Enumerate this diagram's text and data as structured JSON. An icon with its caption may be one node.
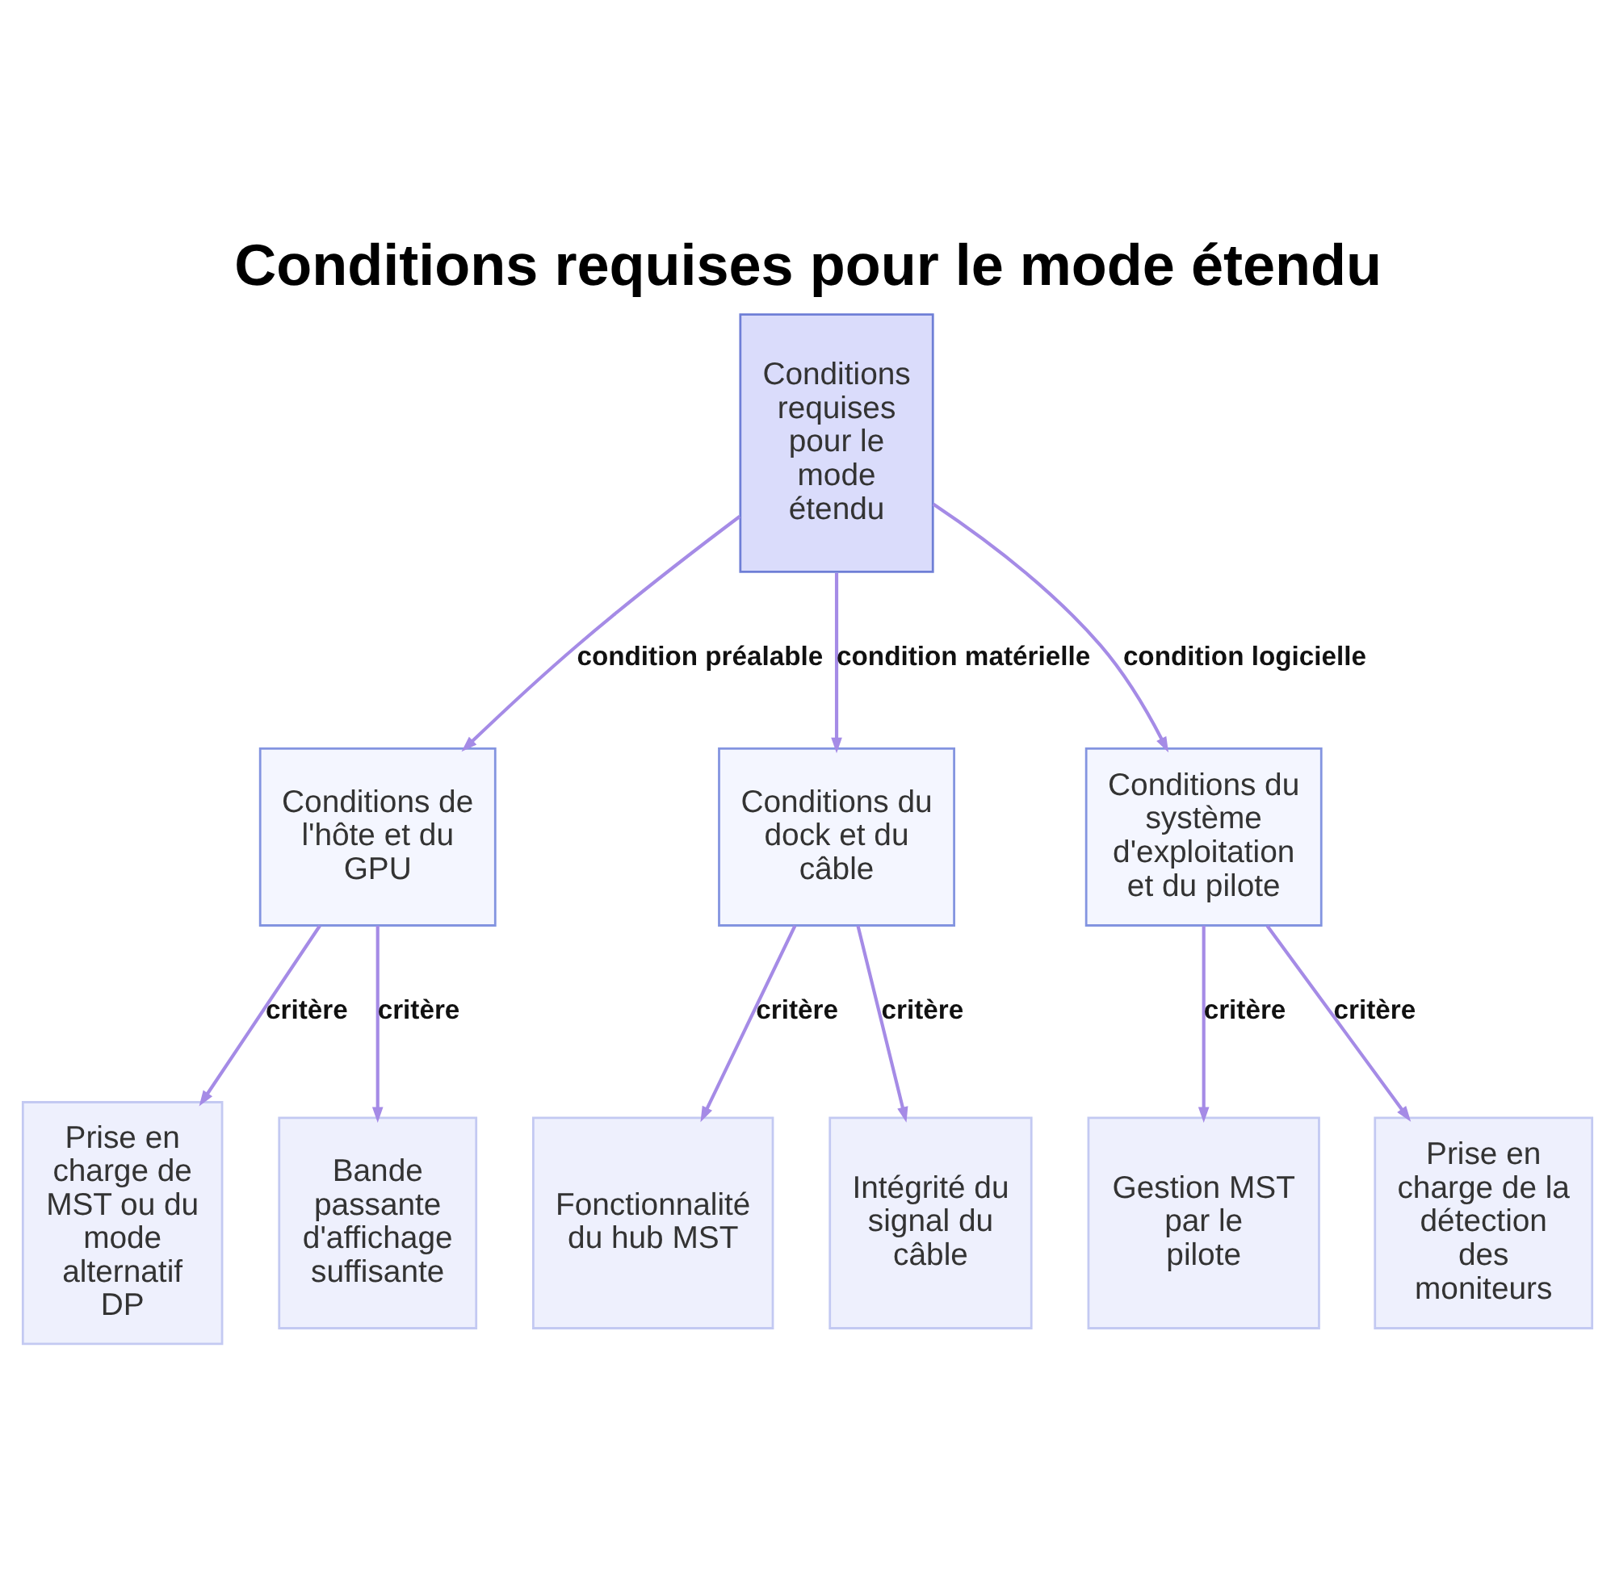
{
  "diagram": {
    "title": "Conditions requises pour le mode étendu",
    "nodes": [
      {
        "text": [
          "Conditions requises pour le mode étendu"
        ]
      },
      {
        "text": [
          "Conditions de l'hôte et du GPU"
        ]
      },
      {
        "text": [
          "Conditions du dock et du câble"
        ]
      },
      {
        "text": [
          "Conditions du système d'exploitation et du pilote"
        ]
      },
      {
        "text": [
          "Prise en charge de MST ou du mode alternatif DP"
        ]
      },
      {
        "text": [
          "Bande passante d'affichage suffisante"
        ]
      },
      {
        "text": [
          "Fonctionnalité du hub MST"
        ]
      },
      {
        "text": [
          "Intégrité du signal du câble"
        ]
      },
      {
        "text": [
          "Gestion MST par le pilote"
        ]
      },
      {
        "text": [
          "Prise en charge de la détection des moniteurs"
        ]
      }
    ],
    "edges": [
      {
        "from": 0,
        "to": 1,
        "arrow": "to",
        "label": "condition préalable"
      },
      {
        "from": 0,
        "to": 2,
        "arrow": "to",
        "label": "condition matérielle"
      },
      {
        "from": 0,
        "to": 3,
        "arrow": "to",
        "label": "condition logicielle"
      },
      {
        "from": 1,
        "to": 4,
        "arrow": "to",
        "label": "critère"
      },
      {
        "from": 1,
        "to": 5,
        "arrow": "to",
        "label": "critère"
      },
      {
        "from": 2,
        "to": 6,
        "arrow": "to",
        "label": "critère"
      },
      {
        "from": 2,
        "to": 7,
        "arrow": "to",
        "label": "critère"
      },
      {
        "from": 3,
        "to": 8,
        "arrow": "to",
        "label": "critère"
      },
      {
        "from": 3,
        "to": 9,
        "arrow": "to",
        "label": "critère"
      }
    ]
  }
}
